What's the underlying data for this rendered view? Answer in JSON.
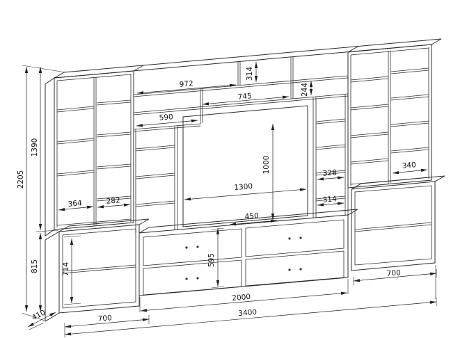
{
  "dimensions": {
    "left_stack": {
      "overall_height": "2205",
      "upper_section_height": "1390",
      "base_section_height": "815",
      "base_opening_height": "714"
    },
    "bottom_stack": {
      "depth": "410",
      "left_cabinet_width": "700",
      "overall_width": "3400",
      "drawer_unit_width": "2000",
      "right_cabinet_width": "700"
    },
    "bridge": {
      "shelf_top_width": "972",
      "shelf_mid_width": "745",
      "shelf_left_width": "590",
      "row1_height": "314",
      "row2_height": "244"
    },
    "niche": {
      "width": "1300",
      "height": "1000",
      "shelf_width": "450",
      "drawer_height": "595"
    },
    "left_bays": {
      "bay1_width": "364",
      "bay2_width": "282"
    },
    "right_bays": {
      "col1_width": "328",
      "col2_width": "314",
      "bay_width": "340"
    }
  }
}
